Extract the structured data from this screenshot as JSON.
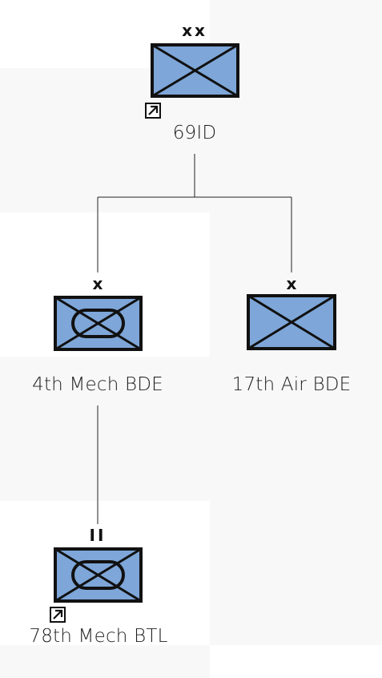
{
  "tree": {
    "root": {
      "label": "69ID",
      "echelon": "xx",
      "symbol": "infantry",
      "has_external_link": true
    },
    "brigades": [
      {
        "label": "4th Mech BDE",
        "echelon": "x",
        "symbol": "mechanized-infantry",
        "has_external_link": false
      },
      {
        "label": "17th Air BDE",
        "echelon": "x",
        "symbol": "infantry",
        "has_external_link": false
      }
    ],
    "battalion": {
      "label": "78th Mech BTL",
      "echelon": "II",
      "symbol": "mechanized-infantry",
      "has_external_link": true
    }
  },
  "colors": {
    "unit_fill": "#7ea6d8",
    "unit_border": "#111111",
    "connector": "#222222",
    "cell_shade": "#f8f8f8"
  },
  "icons": {
    "external_link": "external-link-icon"
  }
}
